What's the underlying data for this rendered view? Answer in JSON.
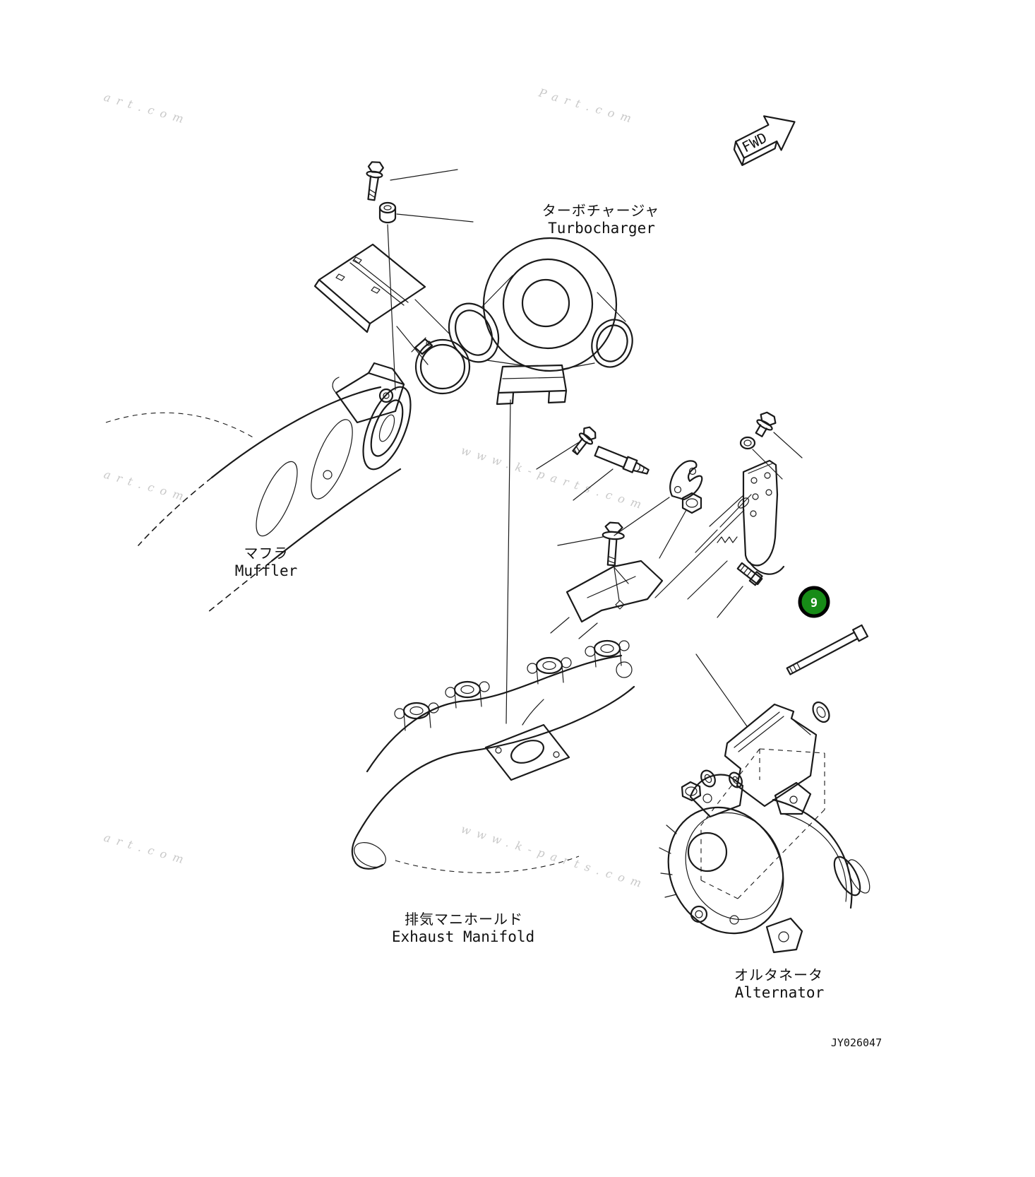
{
  "page": {
    "background": "#ffffff",
    "line_color": "#1a1a1a",
    "drawing_number": "JY026047"
  },
  "direction_arrow": {
    "label": "FWD"
  },
  "parts": {
    "turbocharger": {
      "label_jp": "ターボチャージャ",
      "label_en": "Turbocharger"
    },
    "muffler": {
      "label_jp": "マフラ",
      "label_en": "Muffler"
    },
    "exhaust_manifold": {
      "label_jp": "排気マニホールド",
      "label_en": "Exhaust Manifold"
    },
    "alternator": {
      "label_jp": "オルタネータ",
      "label_en": "Alternator"
    }
  },
  "callout": {
    "number": "9",
    "fill_color": "#178c17",
    "ring_color": "#000000",
    "text_color": "#ffffff"
  },
  "watermark": {
    "site": "www.k-parts.com",
    "fragment_art": "art.com",
    "fragment_part": "Part.com"
  }
}
